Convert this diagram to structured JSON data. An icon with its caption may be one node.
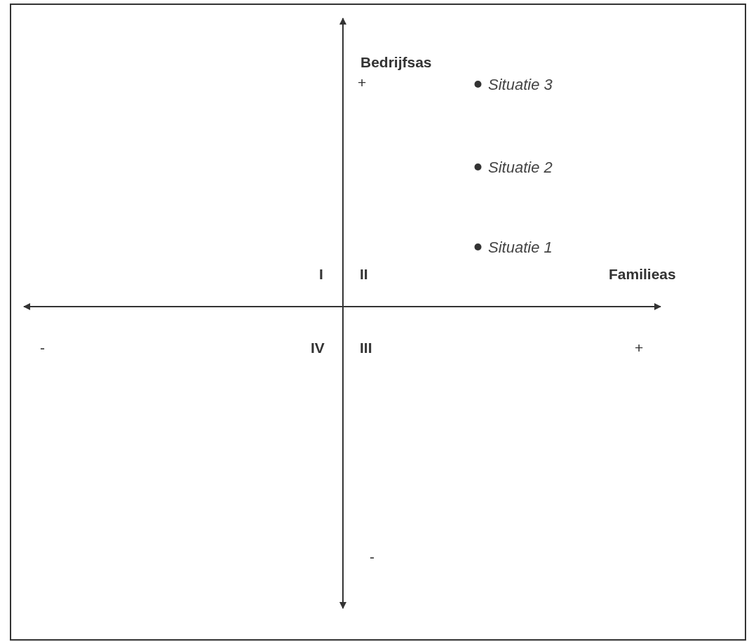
{
  "diagram": {
    "labels": [
      "Bedrijfsas",
      "+",
      "Situatie 3",
      "Situatie 2",
      "Situatie 1",
      "I",
      "II",
      "Familieas",
      "-",
      "IV",
      "III",
      "+",
      "-"
    ]
  }
}
